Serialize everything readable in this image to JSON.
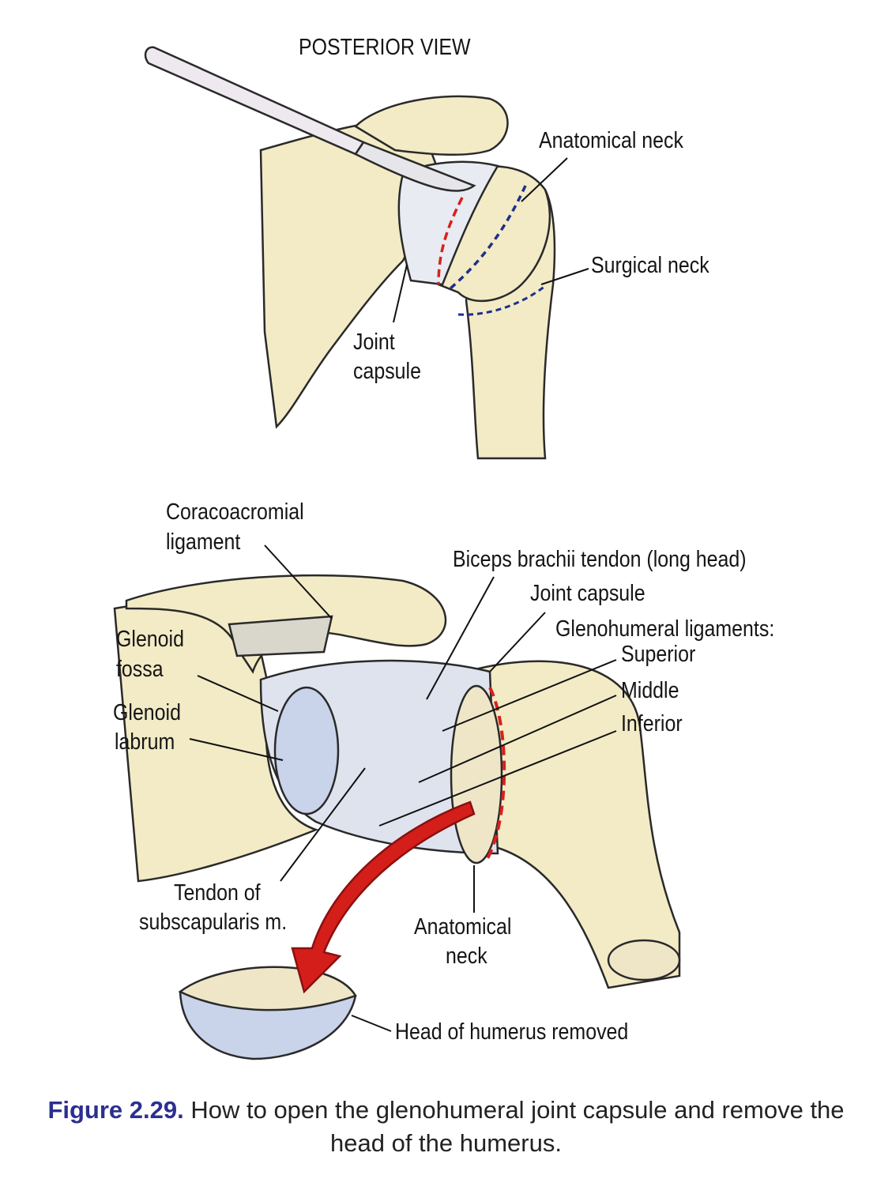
{
  "top_view": {
    "title": "POSTERIOR VIEW",
    "labels": {
      "anatomical_neck": "Anatomical neck",
      "surgical_neck": "Surgical neck",
      "joint_capsule_1": "Joint",
      "joint_capsule_2": "capsule"
    }
  },
  "bottom_view": {
    "labels": {
      "coracoacromial_1": "Coracoacromial",
      "coracoacromial_2": "ligament",
      "biceps": "Biceps brachii tendon (long head)",
      "joint_capsule": "Joint capsule",
      "glenohumeral": "Glenohumeral ligaments:",
      "superior": "Superior",
      "middle": "Middle",
      "inferior": "Inferior",
      "glenoid_fossa_1": "Glenoid",
      "glenoid_fossa_2": "fossa",
      "glenoid_labrum_1": "Glenoid",
      "glenoid_labrum_2": "labrum",
      "subscapularis_1": "Tendon of",
      "subscapularis_2": "subscapularis m.",
      "anatomical_neck_1": "Anatomical",
      "anatomical_neck_2": "neck",
      "head_removed": "Head of humerus removed"
    }
  },
  "caption": {
    "figure_number": "Figure 2.29.",
    "line1": " How to open the glenohumeral joint capsule and remove the",
    "line2": "head of the humerus."
  },
  "colors": {
    "bone": "#f2ebc6",
    "capsule": "#dfe3ee",
    "cartilage": "#c9d3ea",
    "incision_red": "#d8201c",
    "incision_blue": "#1f2f8a",
    "arrow": "#d41e1a",
    "caption_blue": "#2b2f8f"
  }
}
